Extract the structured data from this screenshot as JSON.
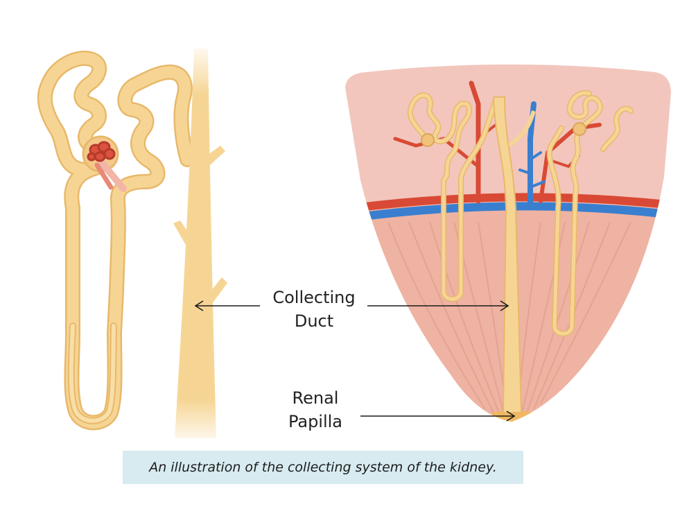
{
  "labels": {
    "collecting_duct_line1": "Collecting",
    "collecting_duct_line2": "Duct",
    "renal_papilla_line1": "Renal",
    "renal_papilla_line2": "Papilla"
  },
  "caption": "An illustration of the collecting system of the kidney.",
  "colors": {
    "tubule": "#f6d594",
    "tubule_outline": "#e8b86a",
    "cortex": "#f2c6bd",
    "medulla": "#eeb3a2",
    "artery": "#d84a35",
    "vein": "#3a7fcf",
    "papilla_tip": "#f0b860",
    "caption_bg": "#d7ebf0"
  }
}
